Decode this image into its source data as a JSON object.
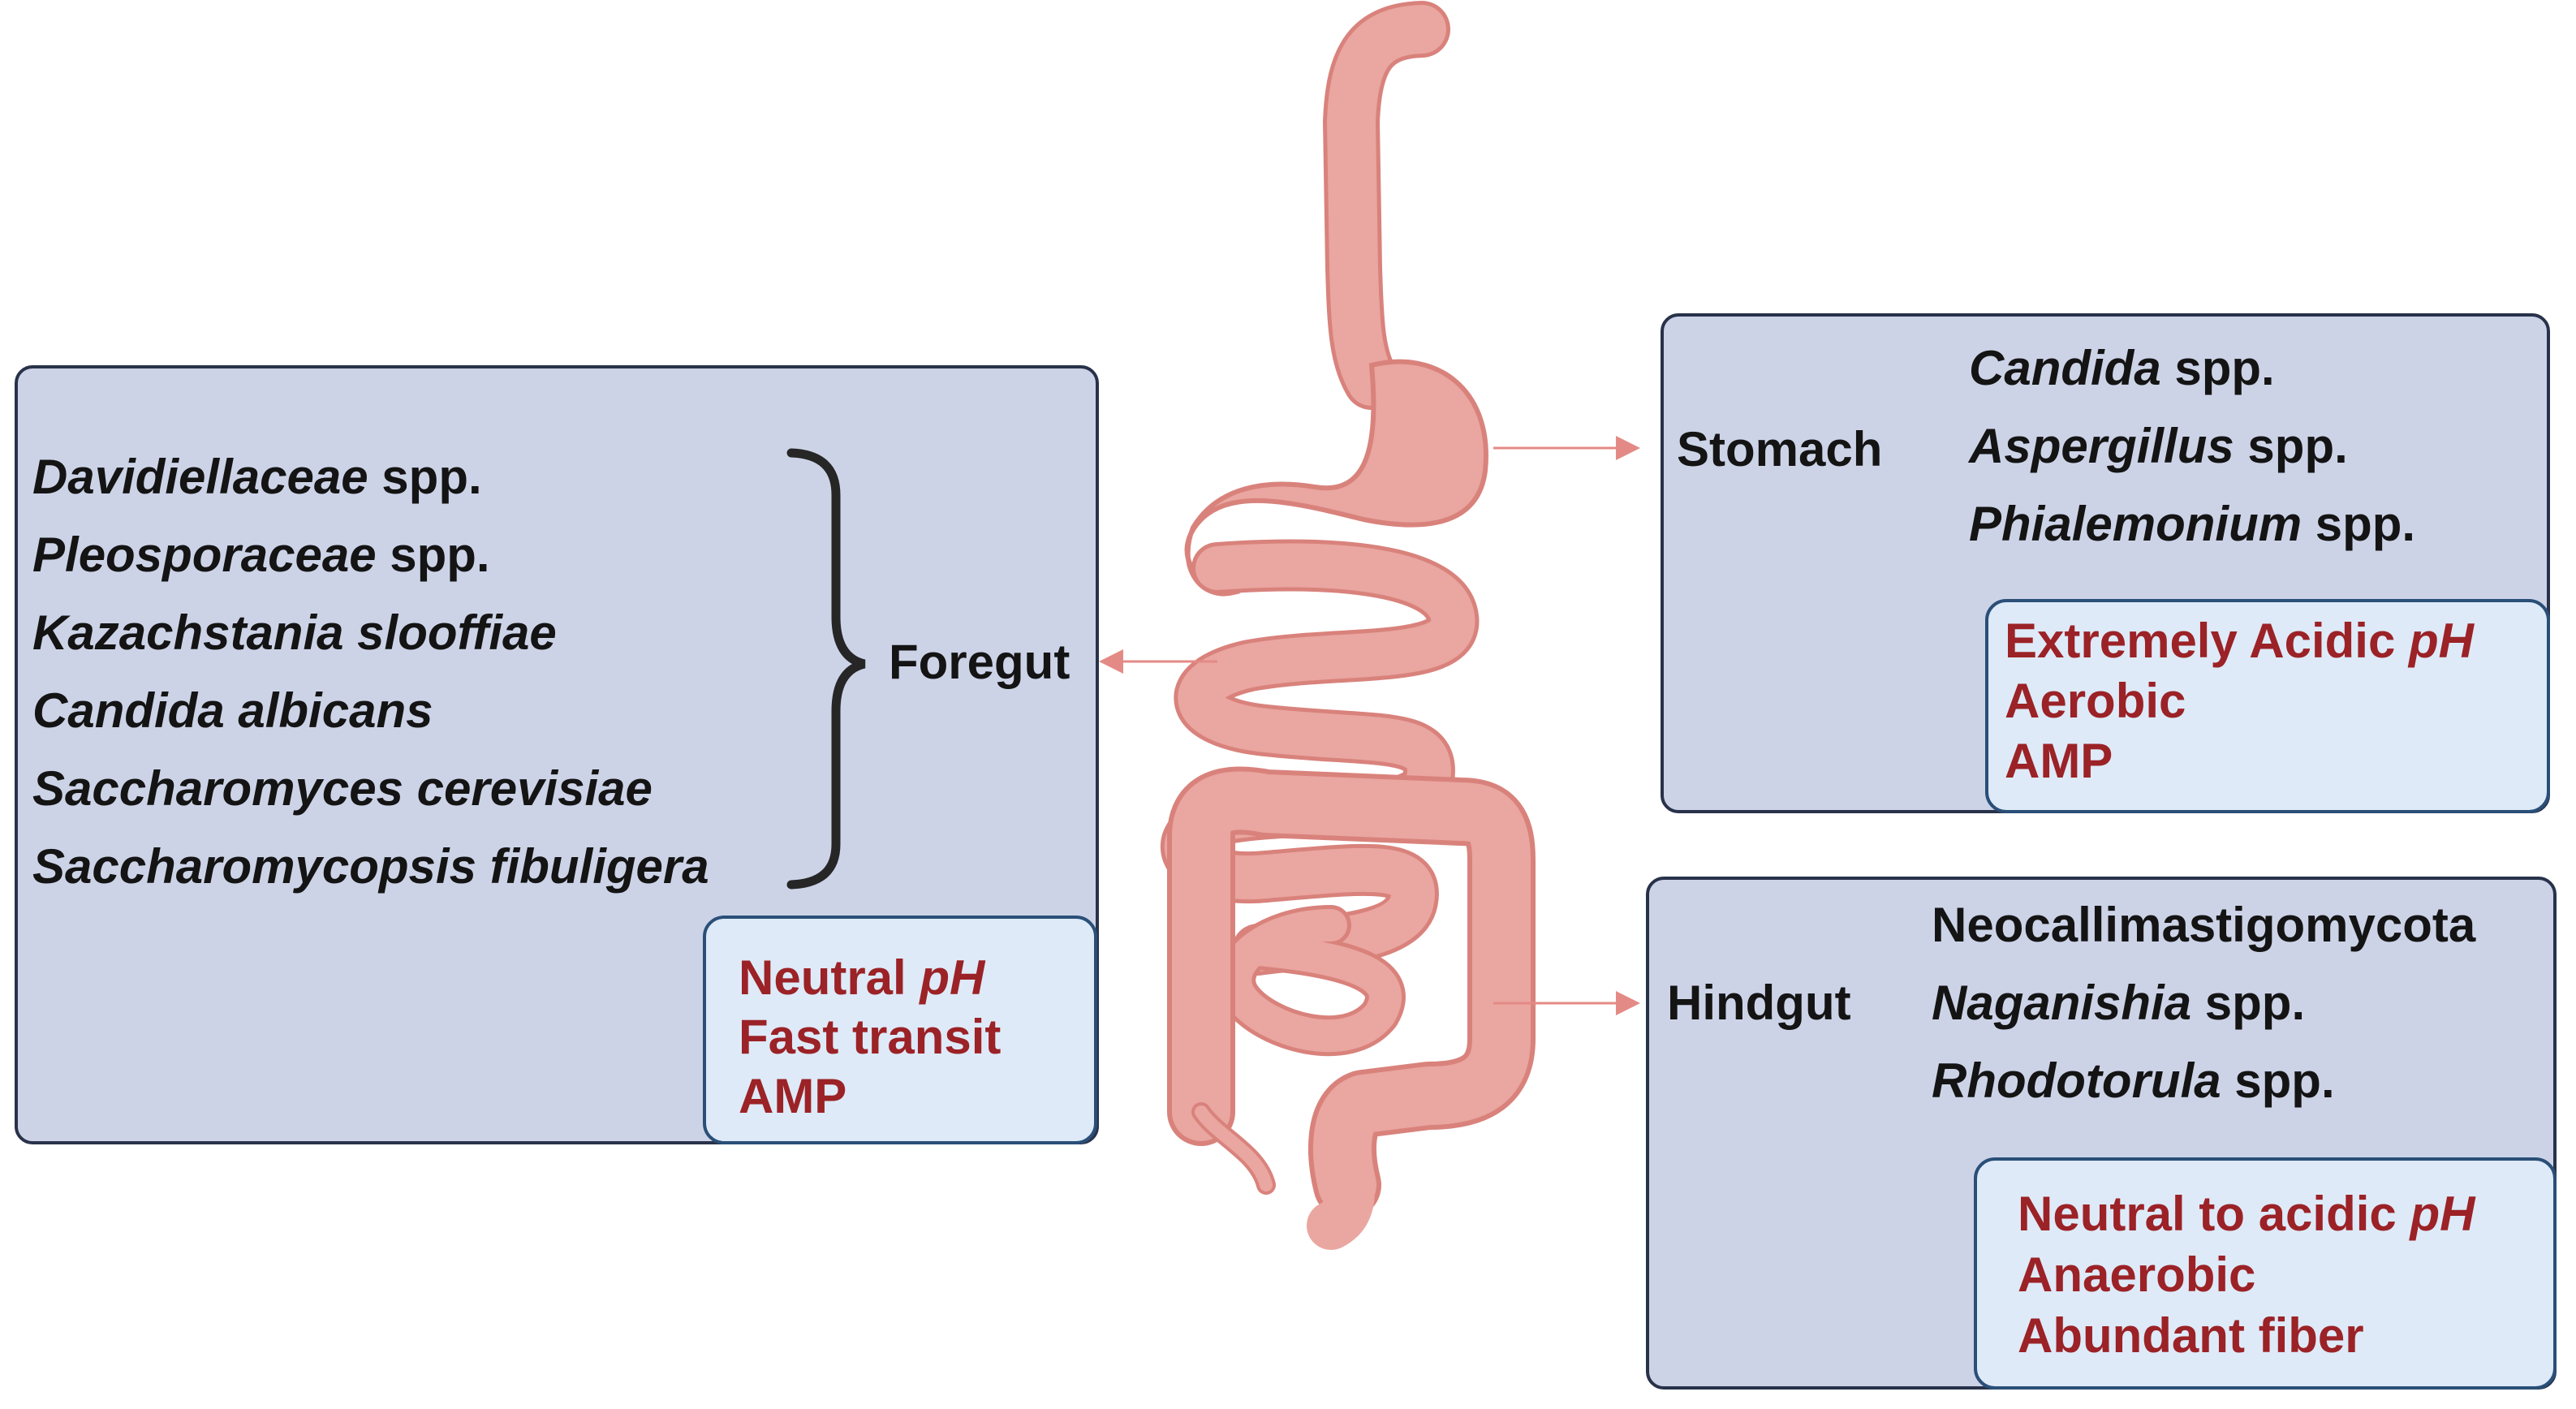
{
  "foregut": {
    "label": "Foregut",
    "organisms": [
      {
        "name": "Davidiellaceae",
        "suffix": " spp."
      },
      {
        "name": "Pleosporaceae",
        "suffix": " spp."
      },
      {
        "name": "Kazachstania slooffiae",
        "suffix": ""
      },
      {
        "name": "Candida albicans",
        "suffix": ""
      },
      {
        "name": "Saccharomyces cerevisiae",
        "suffix": ""
      },
      {
        "name": "Saccharomycopsis fibuligera",
        "suffix": ""
      }
    ],
    "conditions": [
      {
        "text": "Neutral ",
        "em": "pH"
      },
      {
        "text": "Fast transit",
        "em": ""
      },
      {
        "text": "AMP",
        "em": ""
      }
    ]
  },
  "stomach": {
    "label": "Stomach",
    "organisms": [
      {
        "name": "Candida",
        "suffix": " spp."
      },
      {
        "name": "Aspergillus",
        "suffix": " spp."
      },
      {
        "name": "Phialemonium",
        "suffix": " spp."
      }
    ],
    "conditions": [
      {
        "text": "Extremely Acidic ",
        "em": "pH"
      },
      {
        "text": "Aerobic",
        "em": ""
      },
      {
        "text": "AMP",
        "em": ""
      }
    ]
  },
  "hindgut": {
    "label": "Hindgut",
    "organisms": [
      {
        "name": "",
        "plain": "Neocallimastigomycota",
        "suffix": ""
      },
      {
        "name": "Naganishia",
        "suffix": " spp."
      },
      {
        "name": "Rhodotorula",
        "suffix": " spp."
      }
    ],
    "conditions": [
      {
        "text": "Neutral to acidic ",
        "em": "pH"
      },
      {
        "text": "Anaerobic",
        "em": ""
      },
      {
        "text": "Abundant fiber",
        "em": ""
      }
    ]
  },
  "colors": {
    "panel_fill": "#cdd3e7",
    "panel_border": "#28324a",
    "condition_fill": "#deeaf8",
    "condition_border": "#2a4f78",
    "condition_text": "#9b2226",
    "gut_fill": "#eaa6a0",
    "gut_outline": "#d9827c",
    "arrow": "#e48a86"
  },
  "icons": [
    "gut-illustration",
    "curly-brace",
    "arrow"
  ]
}
